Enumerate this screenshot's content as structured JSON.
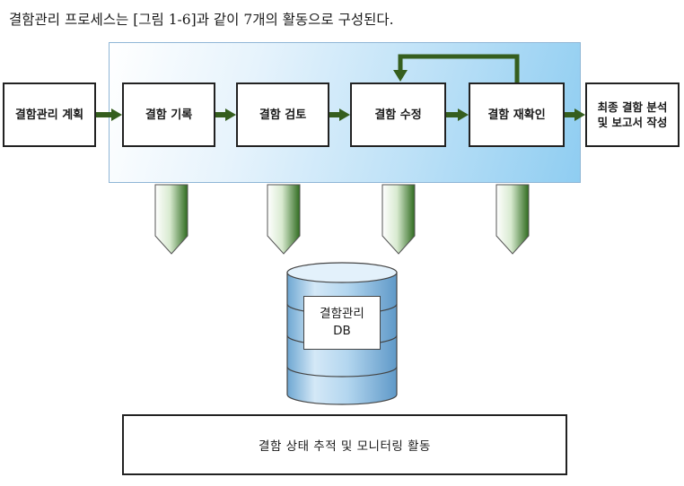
{
  "caption": "결함관리 프로세스는 [그림 1-6]과 같이 7개의 활동으로 구성된다.",
  "steps": {
    "plan": "결함관리 계획",
    "record": "결함 기록",
    "review": "결함 검토",
    "fix": "결함 수정",
    "confirm": "결함 재확인",
    "final_line1": "최종 결함 분석",
    "final_line2": "및 보고서 작성"
  },
  "db": {
    "line1": "결함관리",
    "line2": "DB"
  },
  "monitoring": "결함 상태 추적 및 모니터링 활동",
  "colors": {
    "arrow": "#355e1e",
    "panel_gradient_end": "#8fcdf1",
    "funnel_dark": "#2f6b1f",
    "db_fill": "#b3d6ef"
  },
  "icons": [
    "right-arrow-icon",
    "loop-back-arrow-icon",
    "funnel-connector-icon",
    "database-cylinder-icon"
  ]
}
